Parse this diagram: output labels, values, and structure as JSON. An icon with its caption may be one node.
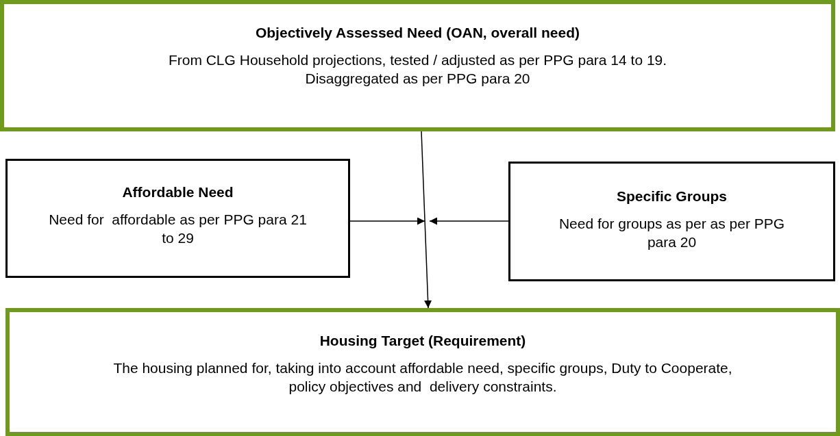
{
  "diagram": {
    "nodes": [
      {
        "text": [
          "Objectively Assessed Need (OAN, overall need)",
          "From CLG Household projections, tested / adjusted as per PPG para 14 to 19. Disaggregated as per PPG para 20"
        ]
      },
      {
        "text": [
          "Affordable Need",
          "Need for  affordable as per PPG para 21  to 29"
        ]
      },
      {
        "text": [
          "Specific Groups",
          "Need for groups as per as per PPG para 20"
        ]
      },
      {
        "text": [
          "Housing Target (Requirement)",
          "The housing planned for, taking into account affordable need, specific groups, Duty to Cooperate, policy objectives and  delivery constraints."
        ]
      }
    ],
    "edges": [
      {
        "from": 0,
        "to": 3,
        "arrow": "to"
      },
      {
        "from": 1,
        "to": null,
        "arrow": "to"
      },
      {
        "from": 2,
        "to": null,
        "arrow": "to"
      }
    ]
  }
}
